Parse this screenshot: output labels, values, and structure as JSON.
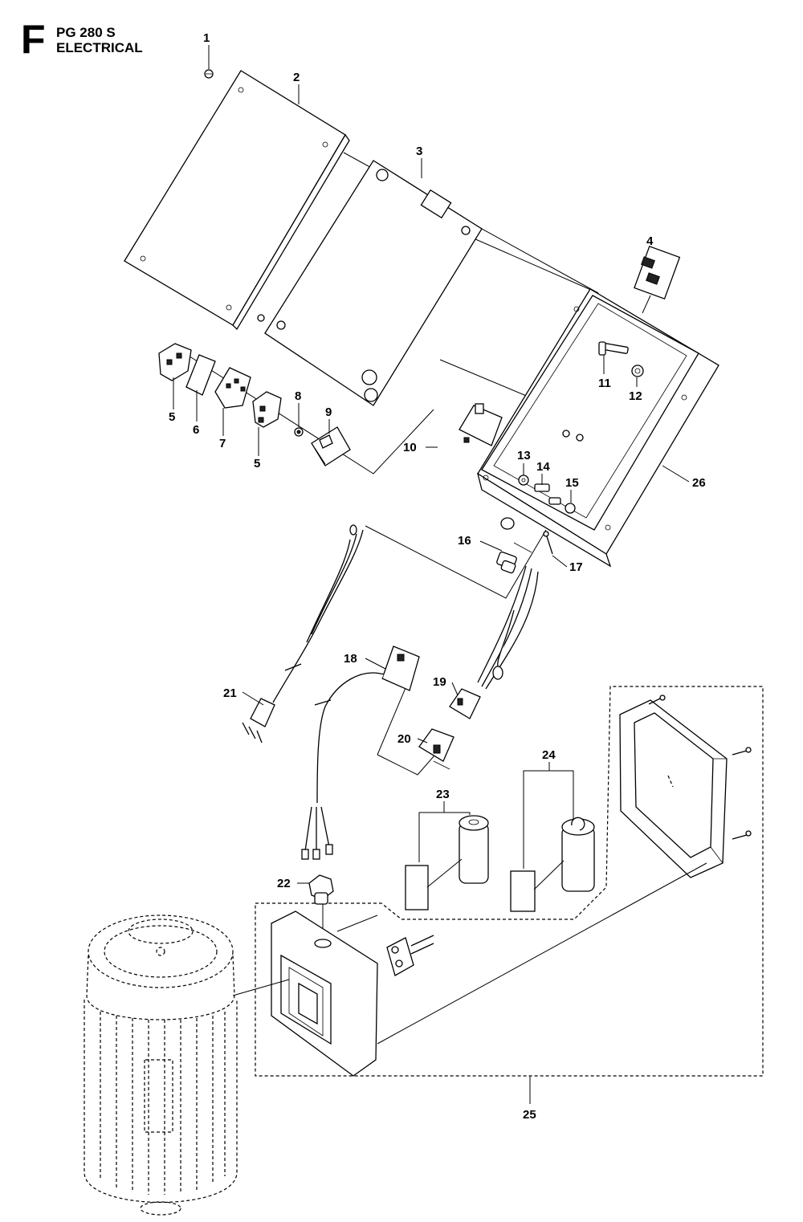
{
  "header": {
    "section_letter": "F",
    "model": "PG 280 S",
    "title": "ELECTRICAL"
  },
  "callouts": [
    "1",
    "2",
    "3",
    "4",
    "5",
    "6",
    "7",
    "5",
    "8",
    "9",
    "10",
    "11",
    "12",
    "13",
    "14",
    "15",
    "16",
    "17",
    "18",
    "19",
    "20",
    "21",
    "22",
    "23",
    "24",
    "25",
    "26"
  ]
}
